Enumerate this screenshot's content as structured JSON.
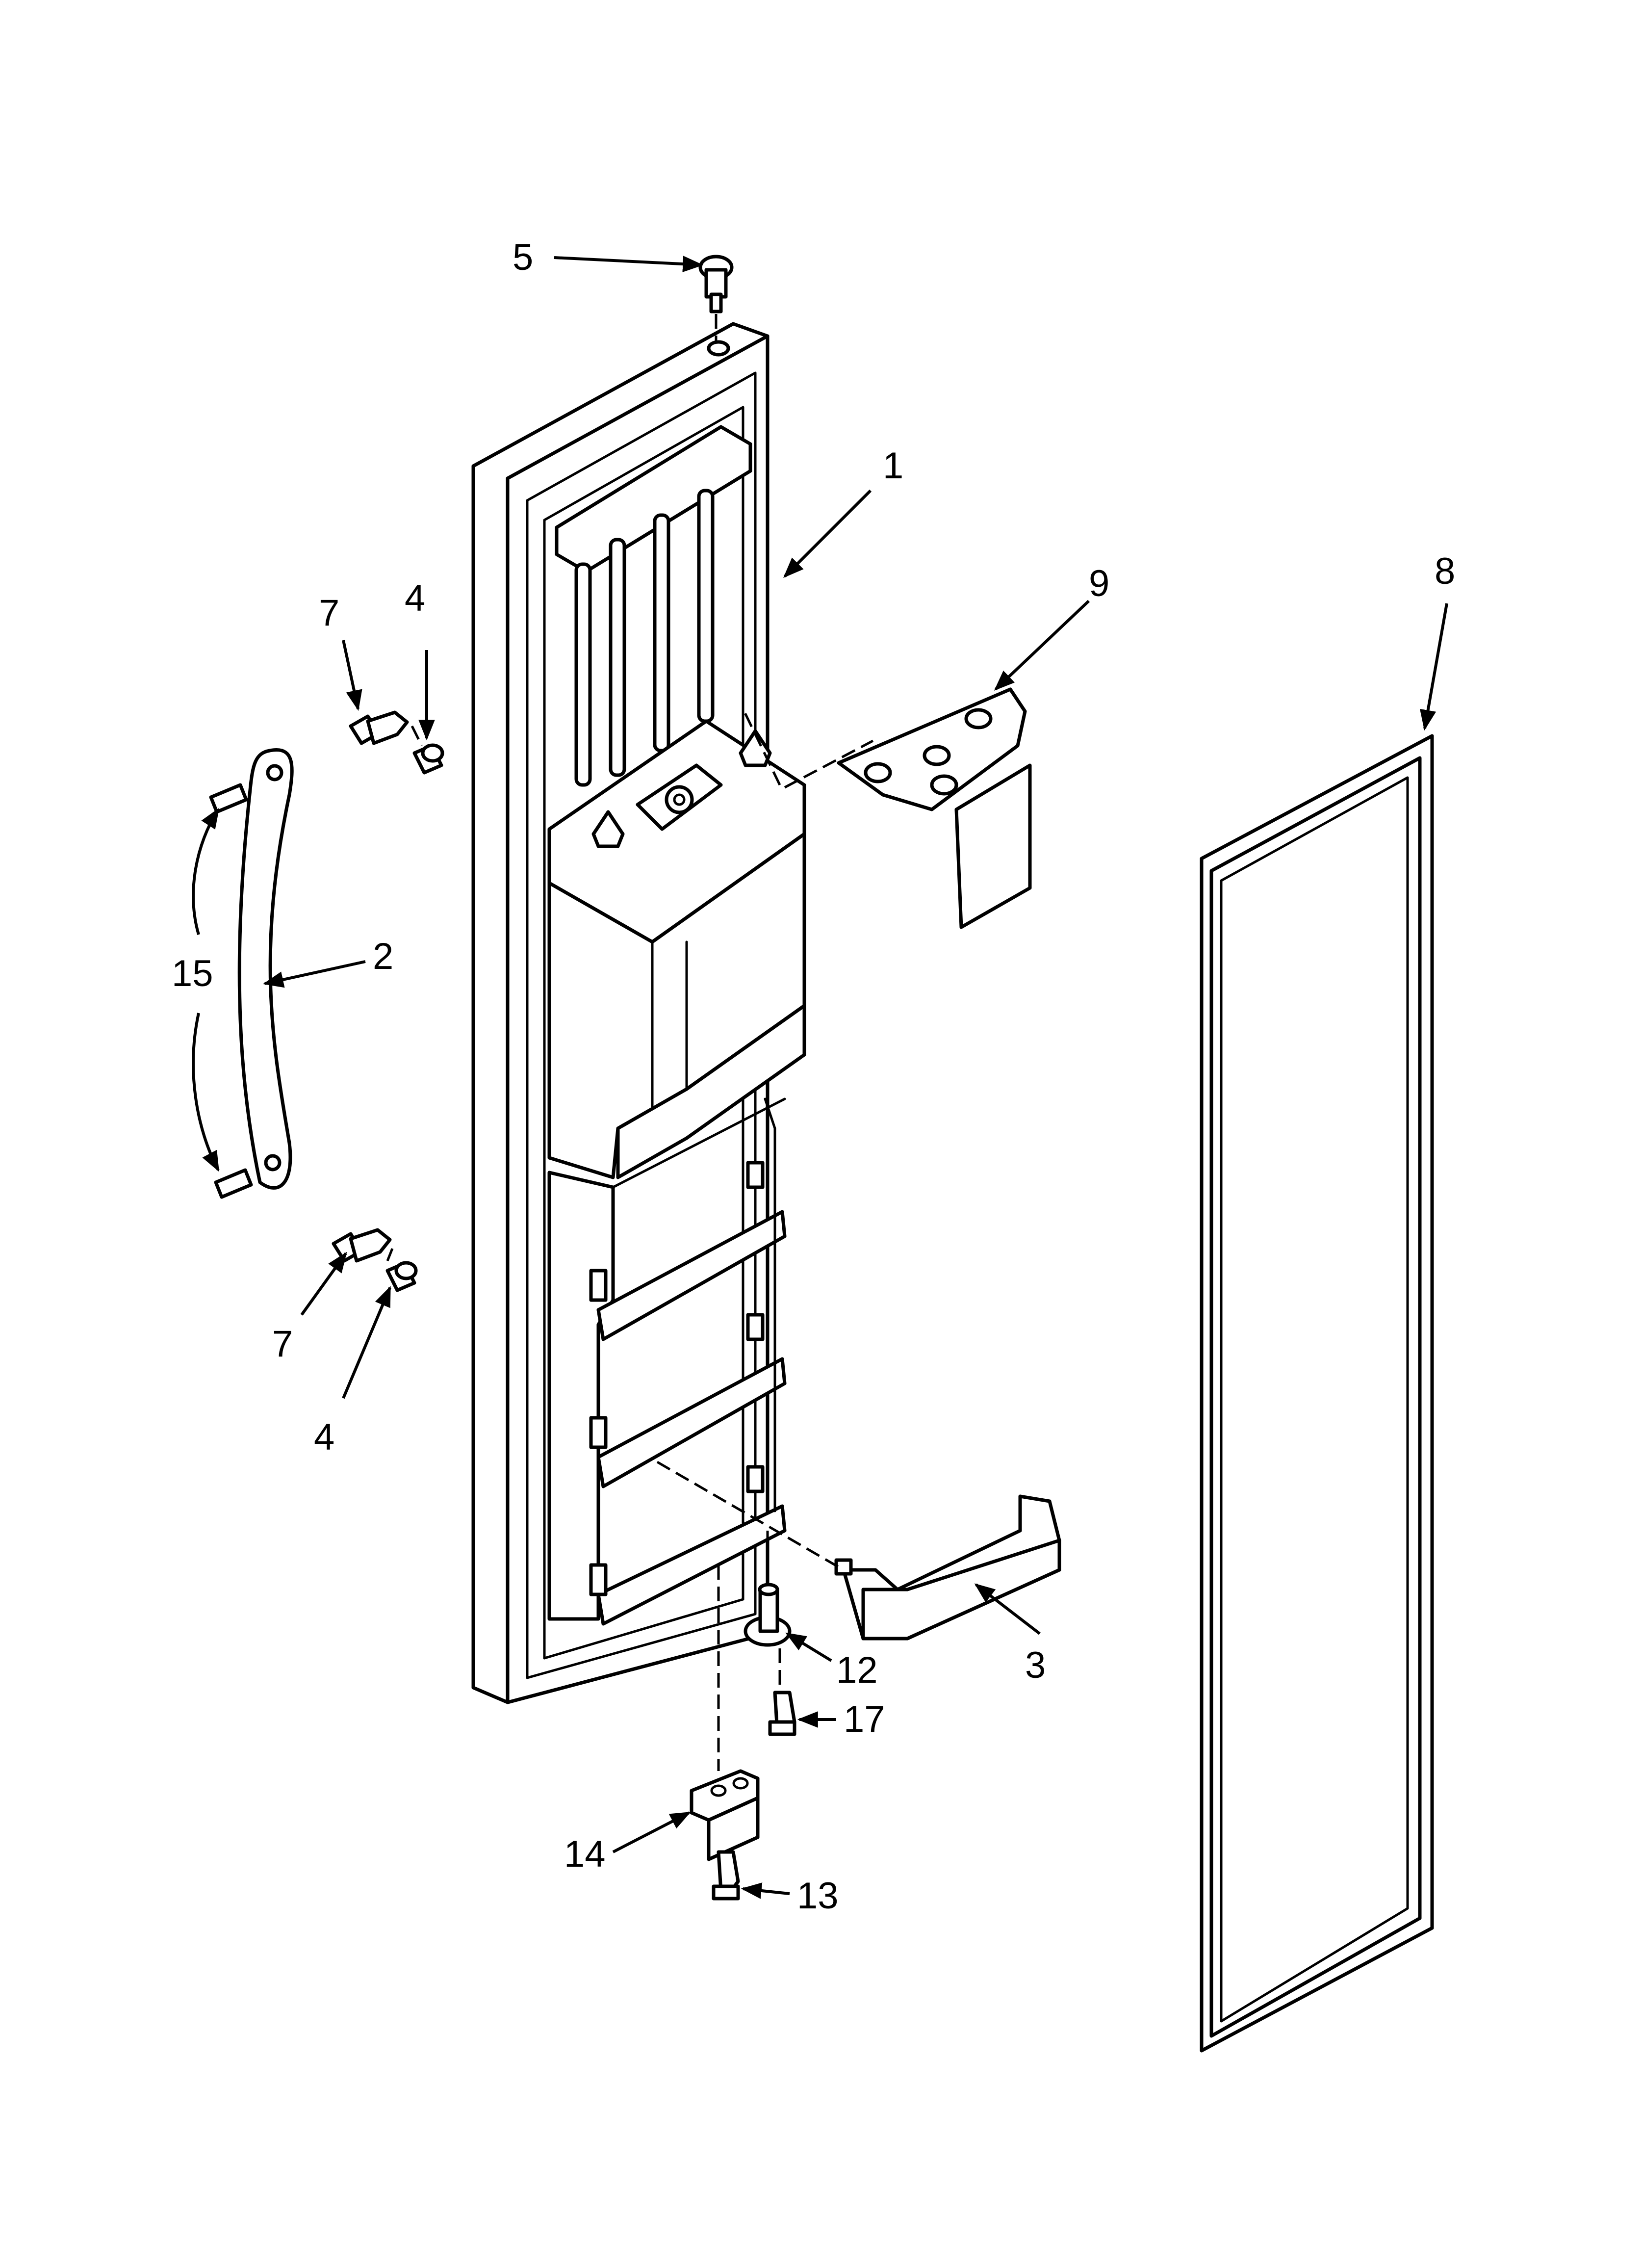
{
  "callouts": {
    "p1": "1",
    "p2": "2",
    "p3": "3",
    "p4a": "4",
    "p4b": "4",
    "p5": "5",
    "p7a": "7",
    "p7b": "7",
    "p8": "8",
    "p9": "9",
    "p12": "12",
    "p13": "13",
    "p14": "14",
    "p15": "15",
    "p17": "17"
  }
}
